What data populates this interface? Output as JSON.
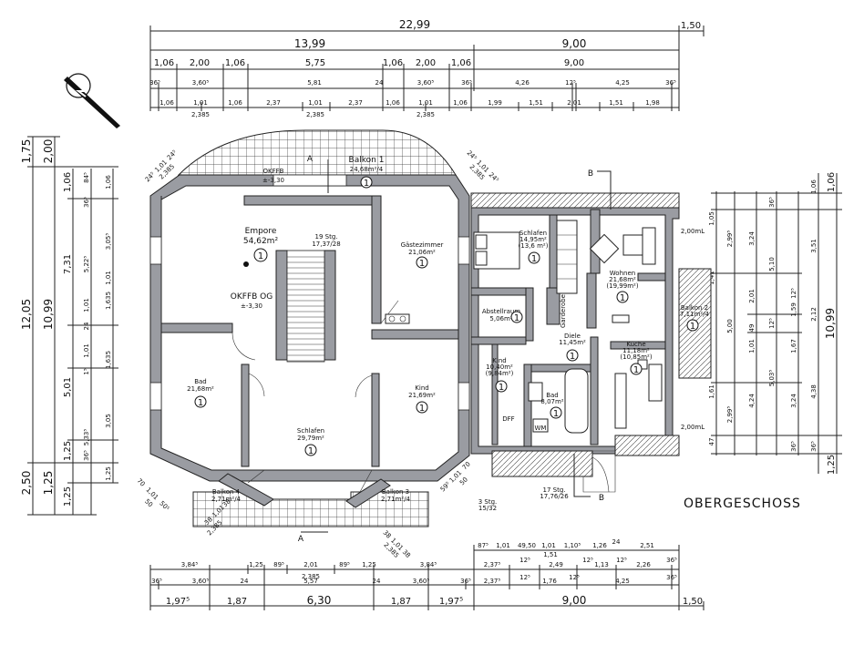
{
  "title": "OBERGESCHOSS",
  "sections": {
    "a_top": "A",
    "a_bottom": "A",
    "b_top": "B",
    "b_bottom": "B"
  },
  "dims_top": {
    "row1": [
      "22,99",
      "1,50"
    ],
    "row2": [
      "13,99",
      "9,00"
    ],
    "row3": [
      "1,06",
      "2,00",
      "1,06",
      "5,75",
      "1,06",
      "2,00",
      "1,06",
      "9,00"
    ],
    "row4": [
      "36⁵",
      "3,60⁵",
      "5,81",
      "24",
      "3,60⁵",
      "36⁵",
      "4,26",
      "12⁵",
      "4,25",
      "36⁵"
    ],
    "row5": [
      "1,06",
      "1,01",
      "1,06",
      "2,37",
      "1,01",
      "2,37",
      "1,06",
      "1,01",
      "1,06",
      "1,99",
      "1,51",
      "2,01",
      "1,51",
      "1,98"
    ],
    "row5b": [
      "2,385",
      "2,385",
      "2,385"
    ]
  },
  "dims_bottom": {
    "row1": [
      "3,84⁵",
      "1,25",
      "89⁵",
      "2,01",
      "89⁵",
      "1,25",
      "3,84⁵",
      "2,37⁵",
      "12⁵",
      "2,49",
      "12⁵",
      "1,13",
      "12⁵",
      "2,26",
      "36⁵"
    ],
    "row1b": "2,385",
    "row2": [
      "36⁵",
      "3,60⁵",
      "24",
      "5,57",
      "24",
      "3,60⁵",
      "36⁵",
      "2,37⁵",
      "12⁵",
      "1,76",
      "12⁵",
      "4,25",
      "36⁵"
    ],
    "row3": [
      "1,97⁵",
      "1,87",
      "6,30",
      "1,87",
      "1,97⁵",
      "9,00",
      "1,50"
    ],
    "small": [
      "87⁵",
      "1,01",
      "49,50",
      "1,01",
      "1,10⁵",
      "1,26",
      "24",
      "2,51",
      "1,51"
    ]
  },
  "dims_left": {
    "outer": [
      "1,75",
      "12,05",
      "2,50"
    ],
    "col2": [
      "2,00",
      "10,99",
      "1,25"
    ],
    "col3": [
      "1,06",
      "7,31",
      "5,01",
      "1,25",
      "1,25"
    ],
    "col4": [
      "36⁵",
      "24",
      "1⁵",
      "5,33⁵",
      "36⁵"
    ],
    "col5": [
      "84⁵",
      "5,22⁵",
      "1,01",
      "1,01",
      "1,635",
      "1,635",
      "3,05"
    ],
    "col6": [
      "1,06",
      "3,05⁵",
      "1,01",
      "1,635",
      "1,635",
      "3,05",
      "1,25"
    ]
  },
  "dims_right": {
    "col1": [
      "1,05",
      "1,41",
      "5,00",
      "1,61",
      "47"
    ],
    "col2": [
      "2,99⁵",
      "4,24",
      "2,99⁵"
    ],
    "col3": [
      "3,24",
      "2,01",
      "1,01",
      "49",
      "12⁵",
      "5,03⁵"
    ],
    "col4": [
      "36⁵",
      "5,10",
      "1,59",
      "12⁵",
      "1,67",
      "3,24",
      "36⁵"
    ],
    "col5": [
      "1,06",
      "3,51",
      "2,12",
      "4,38",
      "36⁵"
    ],
    "col6": [
      "1,06",
      "10,99",
      "1,25"
    ],
    "level": [
      "2,00mL",
      "2,00mL"
    ]
  },
  "rooms_left": {
    "empore": {
      "name": "Empore",
      "area": "54,62m²",
      "num": "1"
    },
    "okffb": {
      "line1": "OKFFB",
      "line2": "±-3,30"
    },
    "okffb_og": {
      "line1": "OKFFB OG",
      "line2": "±-3,30"
    },
    "balkon1": {
      "name": "Balkon 1",
      "area": "24,68m²/4",
      "num": "1"
    },
    "stairs": {
      "line1": "19 Stg.",
      "line2": "17,37/28"
    },
    "gaeste": {
      "name": "Gästezimmer",
      "area": "21,06m²",
      "num": "1"
    },
    "bad": {
      "name": "Bad",
      "area": "21,68m²",
      "num": "1"
    },
    "schlafen": {
      "name": "Schlafen",
      "area": "29,79m²",
      "num": "1"
    },
    "kind": {
      "name": "Kind",
      "area": "21,69m²",
      "num": "1"
    },
    "balkon4": {
      "name": "Balkon 4",
      "area": "2,71m²/4"
    },
    "balkon3": {
      "name": "Balkon 3",
      "area": "2,71m²/4"
    }
  },
  "rooms_right": {
    "schlafen": {
      "name": "Schlafen",
      "area": "14,95m²",
      "sub": "(13,6 m²)",
      "num": "1"
    },
    "wohnen": {
      "name": "Wohnen",
      "area": "21,68m²",
      "sub": "(19,99m²)",
      "num": "1"
    },
    "abstellraum": {
      "name": "Abstellraum",
      "area": "5,06m²",
      "num": "1"
    },
    "diele": {
      "name": "Diele",
      "area": "11,45m²",
      "num": "1"
    },
    "kind": {
      "name": "Kind",
      "area": "10,40m²",
      "sub": "(9,84m²)",
      "num": "1"
    },
    "bad": {
      "name": "Bad",
      "area": "8,07m²",
      "num": "1"
    },
    "kueche": {
      "name": "Küche",
      "area": "11,18m²",
      "sub": "(10,85m²)",
      "num": "1"
    },
    "balkon2": {
      "name": "Balkon 2",
      "area": "7,11m²/4",
      "num": "1"
    },
    "stairs": {
      "line1": "17 Stg.",
      "line2": "17,76/26"
    },
    "stairs_small": {
      "line1": "3 Stg.",
      "line2": "15/32"
    },
    "dff": "DFF",
    "garderobe": "Garderobe",
    "wm": "WM"
  },
  "corner_dims": {
    "tl": [
      "24⁵",
      "1,01",
      "24⁵",
      "2,385"
    ],
    "tr": [
      "24⁵",
      "1,01",
      "24⁵",
      "2,385"
    ],
    "bl": [
      "70",
      "1,01",
      "50",
      "50⁵",
      "2,385",
      "38",
      "1,01",
      "38"
    ],
    "br": [
      "59⁵",
      "1,01",
      "70",
      "50",
      "38",
      "1,01",
      "38",
      "2,385"
    ]
  },
  "compass": "north-arrow"
}
